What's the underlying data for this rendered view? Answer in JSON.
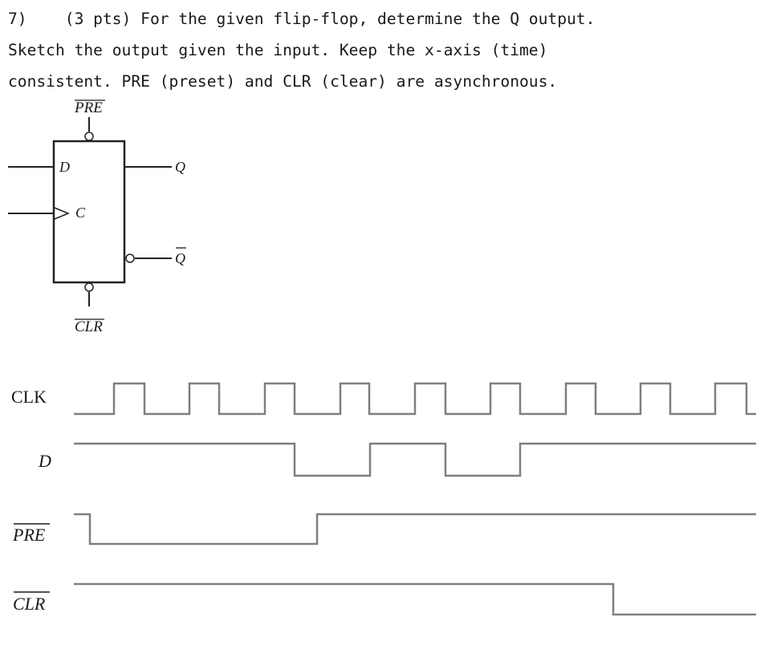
{
  "question": {
    "lines": [
      "7)    (3 pts) For the given flip-flop, determine the Q output.",
      "Sketch the output given the input. Keep the x-axis (time)",
      "consistent. PRE (preset) and CLR (clear) are asynchronous."
    ]
  },
  "flipflop": {
    "pre_label": "PRE",
    "clr_label": "CLR",
    "d_label": "D",
    "c_label": "C",
    "q_label": "Q",
    "qbar_label": "Q"
  },
  "timing": {
    "signals": [
      {
        "name": "CLK",
        "label": "CLK",
        "overline": false
      },
      {
        "name": "D",
        "label": "D",
        "overline": false
      },
      {
        "name": "PRE",
        "label": "PRE",
        "overline": true
      },
      {
        "name": "CLR",
        "label": "CLR",
        "overline": true
      }
    ],
    "clk_pulses": 9,
    "d_levels": [
      "high",
      "low",
      "high",
      "low",
      "high"
    ],
    "pre_levels": [
      "high",
      "low",
      "high"
    ],
    "clr_levels": [
      "high",
      "low"
    ]
  },
  "colors": {
    "text": "#1a1a1a",
    "diagram_line": "#222222",
    "waveform": "#7f7f7f"
  }
}
